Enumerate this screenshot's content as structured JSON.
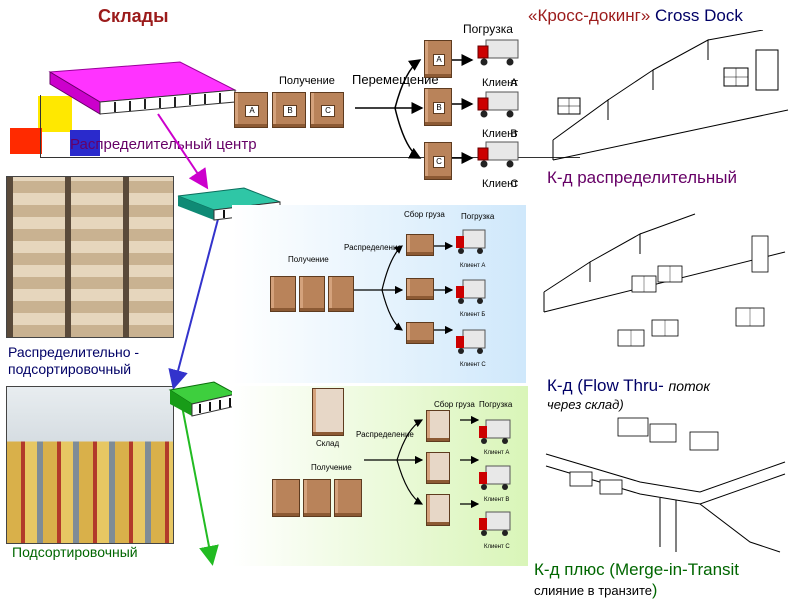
{
  "title": "Склады",
  "crossdock_title": {
    "ru": "«Кросс-докинг»",
    "en": "Cross Dock"
  },
  "top_flow": {
    "receipt": "Получение",
    "movement": "Перемещение",
    "loading": "Погрузка",
    "client": "Клиент",
    "pallet_tags": [
      "A",
      "B",
      "C"
    ],
    "client_suffixes": [
      "A",
      "B",
      "C"
    ]
  },
  "dc_label": "Распределительный центр",
  "dc_sort_label_line1": "Распределительно -",
  "dc_sort_label_line2": "подсортировочный",
  "sort_label": "Подсортировочный",
  "mid_flow": {
    "assembly": "Сбор груза",
    "loading": "Погрузка",
    "receipt": "Получение",
    "distribution": "Распределение",
    "clients": [
      "Клиент A",
      "Клиент Б",
      "Клиент С"
    ]
  },
  "bot_flow": {
    "warehouse": "Склад",
    "receipt": "Получение",
    "distribution": "Распределение",
    "assembly": "Сбор груза",
    "loading": "Погрузка",
    "clients": [
      "Клиент A",
      "Клиент В",
      "Клиент С"
    ]
  },
  "right_labels": {
    "kd_distrib": "К-д распределительный",
    "kd_flow_1": "К-д (Flow Thru-",
    "kd_flow_2": "поток",
    "kd_flow_3": "через склад)",
    "kd_plus_1": "К-д плюс (Merge-in-Transit",
    "kd_plus_2": "слияние в транзите",
    "kd_plus_3": ")"
  },
  "colors": {
    "title_red": "#9b1b1b",
    "magenta": "#cc00cc",
    "blue_arrow": "#3333cc",
    "green_arrow": "#22bb22",
    "purple_text": "#660066",
    "navy_text": "#000066",
    "green_text": "#006600"
  }
}
